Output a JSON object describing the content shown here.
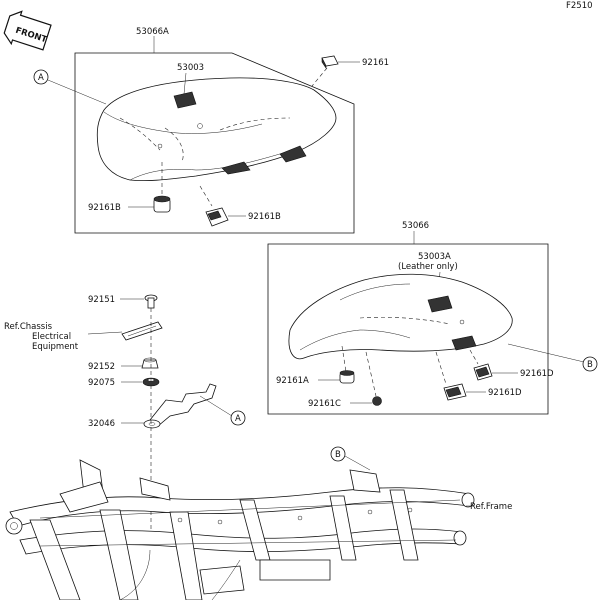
{
  "figure_code": "F2510",
  "front_label": "FRONT",
  "refs": {
    "A": "A",
    "B": "B"
  },
  "parts": {
    "seat_assy_front": "53066A",
    "seat_assy_rear": "53066",
    "cover_front": "53003",
    "cover_rear": "53003A",
    "cover_rear_note": "(Leather only)",
    "damper_top": "92161",
    "damper_b_1": "92161B",
    "damper_b_2": "92161B",
    "damper_a": "92161A",
    "damper_c": "92161C",
    "damper_d_1": "92161D",
    "damper_d_2": "92161D",
    "bolt": "92151",
    "collar": "92152",
    "grommet": "92075",
    "bracket": "32046"
  },
  "ref_labels": {
    "chassis_line1": "Ref.Chassis",
    "chassis_line2": "Electrical",
    "chassis_line3": "Equipment",
    "frame": "Ref.Frame"
  }
}
